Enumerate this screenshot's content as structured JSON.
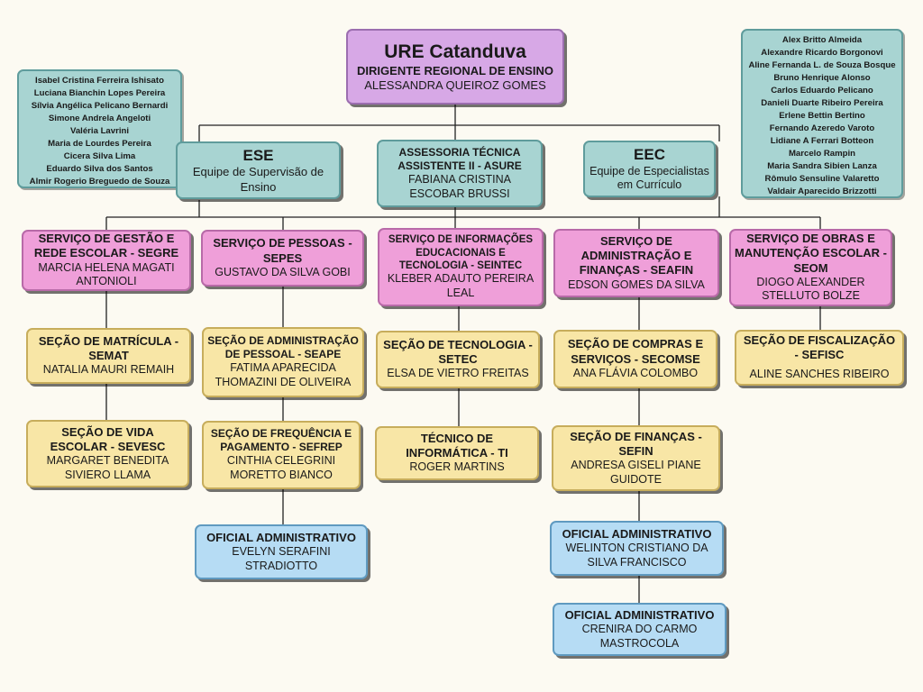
{
  "root": {
    "title": "URE Catanduva",
    "subtitle": "DIRIGENTE REGIONAL DE ENSINO",
    "name": "ALESSANDRA QUEIROZ GOMES"
  },
  "ese": {
    "title": "ESE",
    "desc": "Equipe de Supervisão de Ensino"
  },
  "asure": {
    "title": "ASSESSORIA TÉCNICA ASSISTENTE II - ASURE",
    "name": "FABIANA CRISTINA ESCOBAR BRUSSI"
  },
  "eec": {
    "title": "EEC",
    "desc": "Equipe de Especialistas em Currículo"
  },
  "ese_members": [
    "Isabel Cristina Ferreira Ishisato",
    "Luciana Bianchin Lopes Pereira",
    "Sílvia Angélica Pelicano Bernardi",
    "Simone Andrela Angeloti",
    "Valéria Lavrini",
    "Maria de Lourdes Pereira",
    "Cicera Silva Lima",
    "Eduardo Silva dos Santos",
    "Almir Rogerio Breguedo de Souza"
  ],
  "eec_members": [
    "Alex Britto Almeida",
    "Alexandre Ricardo Borgonovi",
    "Aline Fernanda L. de Souza Bosque",
    "Bruno Henrique Alonso",
    "Carlos Eduardo Pelicano",
    "Danieli Duarte Ribeiro Pereira",
    "Erlene Bettin Bertino",
    "Fernando Azeredo Varoto",
    "Lidiane A Ferrari Botteon",
    "Marcelo Rampin",
    "Maria Sandra Sibien Lanza",
    "Rômulo Sensuline Valaretto",
    "Valdair Aparecido Brizzotti"
  ],
  "segre": {
    "title": "SERVIÇO DE GESTÃO E REDE ESCOLAR - SEGRE",
    "name": "MARCIA HELENA MAGATI ANTONIOLI"
  },
  "sepes": {
    "title": "SERVIÇO DE PESSOAS - SEPES",
    "name": "GUSTAVO DA SILVA GOBI"
  },
  "seintec": {
    "title": "SERVIÇO DE INFORMAÇÕES EDUCACIONAIS E TECNOLOGIA - SEINTEC",
    "name": "KLEBER ADAUTO PEREIRA LEAL"
  },
  "seafin": {
    "title": "SERVIÇO DE ADMINISTRAÇÃO E FINANÇAS - SEAFIN",
    "name": "EDSON GOMES DA SILVA"
  },
  "seom": {
    "title": "SERVIÇO DE OBRAS E MANUTENÇÃO ESCOLAR - SEOM",
    "name": "DIOGO ALEXANDER STELLUTO BOLZE"
  },
  "semat": {
    "title": "SEÇÃO DE MATRÍCULA - SEMAT",
    "name": "NATALIA MAURI REMAIH"
  },
  "sevesc": {
    "title": "SEÇÃO DE VIDA ESCOLAR - SEVESC",
    "name": "MARGARET BENEDITA SIVIERO LLAMA"
  },
  "seape": {
    "title": "SEÇÃO DE ADMINISTRAÇÃO DE PESSOAL - SEAPE",
    "name": "FATIMA APARECIDA THOMAZINI DE OLIVEIRA"
  },
  "sefrep": {
    "title": "SEÇÃO DE FREQUÊNCIA E PAGAMENTO - SEFREP",
    "name": "CINTHIA CELEGRINI MORETTO BIANCO"
  },
  "oficial1": {
    "title": "OFICIAL ADMINISTRATIVO",
    "name": "EVELYN SERAFINI STRADIOTTO"
  },
  "setec": {
    "title": "SEÇÃO DE TECNOLOGIA - SETEC",
    "name": "ELSA DE VIETRO FREITAS"
  },
  "ti": {
    "title": "TÉCNICO DE INFORMÁTICA - TI",
    "name": "ROGER MARTINS"
  },
  "secomse": {
    "title": "SEÇÃO DE COMPRAS E SERVIÇOS - SECOMSE",
    "name": "ANA FLÁVIA COLOMBO"
  },
  "sefin": {
    "title": "SEÇÃO DE FINANÇAS - SEFIN",
    "name": "ANDRESA GISELI PIANE GUIDOTE"
  },
  "oficial2": {
    "title": "OFICIAL ADMINISTRATIVO",
    "name": "WELINTON CRISTIANO DA SILVA FRANCISCO"
  },
  "oficial3": {
    "title": "OFICIAL ADMINISTRATIVO",
    "name": "CRENIRA DO CARMO MASTROCOLA"
  },
  "sefisc": {
    "title": "SEÇÃO DE FISCALIZAÇÃO - SEFISC",
    "name": "ALINE SANCHES RIBEIRO"
  },
  "colors": {
    "purple": "#d7a8e6",
    "teal": "#a8d4d2",
    "pink": "#ef9fd9",
    "yellow": "#f8e6a6",
    "blue": "#b6dcf4",
    "background": "#fcfaf2"
  }
}
